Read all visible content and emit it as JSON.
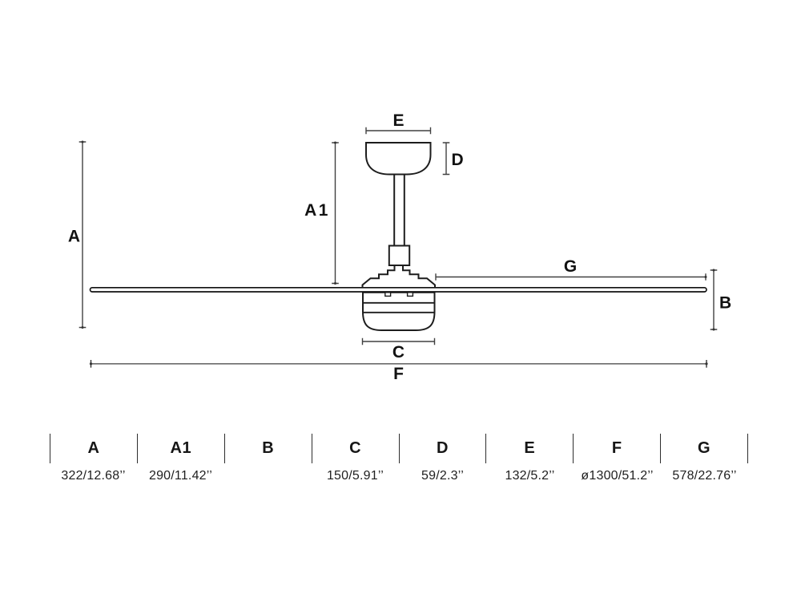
{
  "diagram": {
    "labels": {
      "a": "A",
      "a1": "A1",
      "b": "B",
      "c": "C",
      "d": "D",
      "e": "E",
      "f": "F",
      "g": "G"
    }
  },
  "table": {
    "columns": [
      {
        "label": "A",
        "value": "322/12.68’’"
      },
      {
        "label": "A1",
        "value": "290/11.42’’"
      },
      {
        "label": "B",
        "value": ""
      },
      {
        "label": "C",
        "value": "150/5.91’’"
      },
      {
        "label": "D",
        "value": "59/2.3’’"
      },
      {
        "label": "E",
        "value": "132/5.2’’"
      },
      {
        "label": "F",
        "value": "ø1300/51.2’’"
      },
      {
        "label": "G",
        "value": "578/22.76’’"
      }
    ]
  }
}
